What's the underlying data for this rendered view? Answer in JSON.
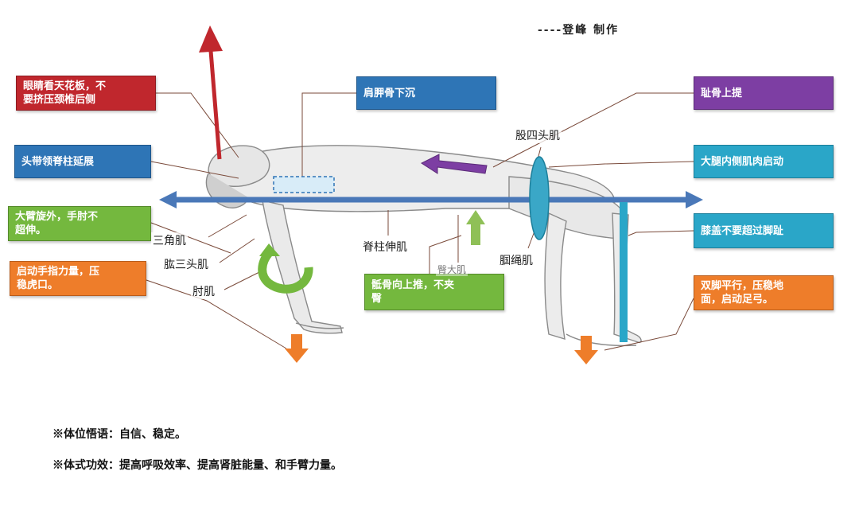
{
  "credit": "----登峰 制作",
  "boxes": {
    "eyes": "眼睛看天花板，不\n要挤压颈椎后侧",
    "scapula": "肩胛骨下沉",
    "pubic": "耻骨上提",
    "head": "头带领脊柱延展",
    "thigh": "大腿内侧肌肉启动",
    "arm": "大臂旋外，手肘不\n超伸。",
    "knee": "膝盖不要超过脚趾",
    "finger": "启动手指力量，压\n稳虎口。",
    "sacrum": "骶骨向上推，不夹\n臀",
    "feet": "双脚平行，压稳地\n面，启动足弓。"
  },
  "muscles": {
    "quadriceps": "股四头肌",
    "deltoid": "三角肌",
    "triceps": "肱三头肌",
    "elbow": "肘肌",
    "erector": "脊柱伸肌",
    "hamstring": "腘绳肌",
    "gluteus": "臀大肌"
  },
  "notes": {
    "mantra": "※体位悟语：自信、稳定。",
    "benefit": "※体式功效：提高呼吸效率、提高肾脏能量、和手臂力量。"
  },
  "colors": {
    "red": "#c0272d",
    "blue": "#2e75b6",
    "purple": "#7d3ea3",
    "teal": "#2aa6c8",
    "green": "#74b83e",
    "orange": "#ee7d2a"
  }
}
